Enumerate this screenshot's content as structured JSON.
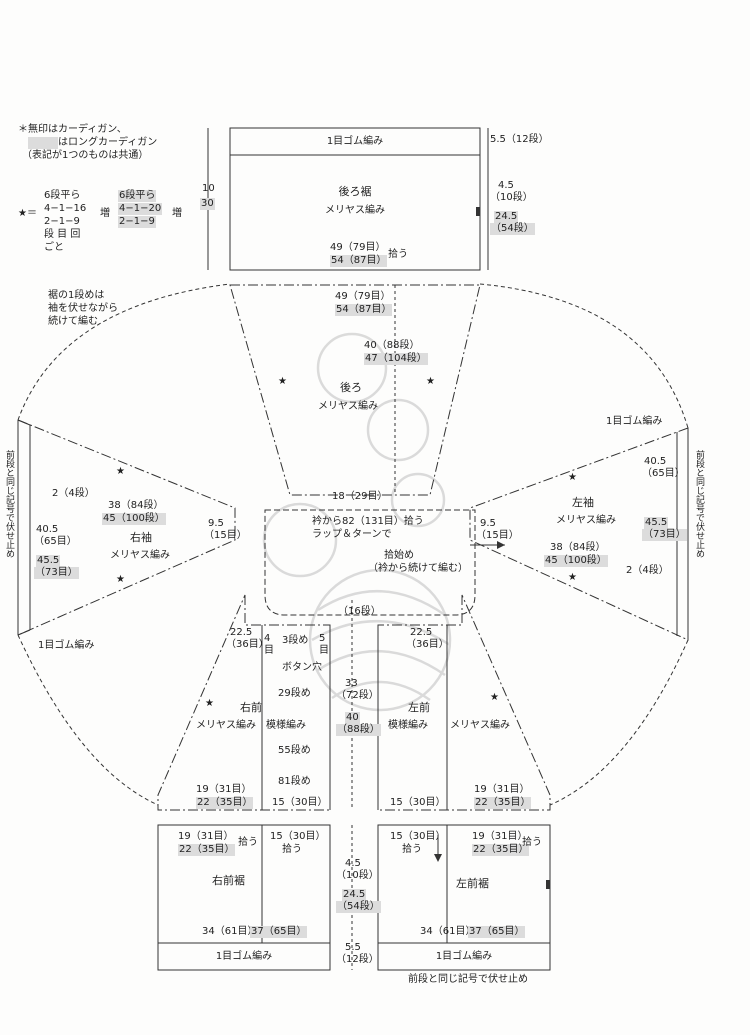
{
  "note": {
    "line1": "＊無印はカーディガン、",
    "line2": "はロングカーディガン",
    "line3": "（表記が1つのものは共通）"
  },
  "star_legend": {
    "star_eq": "★＝",
    "a1": "6段平ら",
    "a2": "4−1−16",
    "a3": "2−1−9",
    "a4": "段 目 回",
    "a5": "ごと",
    "inc1": "増",
    "b1": "6段平ら",
    "b2": "4−1−20",
    "b3": "2−1−9",
    "inc2": "増"
  },
  "sleeve_note": {
    "l1": "裾の1段めは",
    "l2": "袖を伏せながら",
    "l3": "続けて編む"
  },
  "back_hem": {
    "ribbing": "1目ゴム編み",
    "title": "後ろ裾",
    "stitch": "メリヤス編み",
    "h_total_a": "10",
    "h_total_b": "30",
    "rib_h": "5.5（12段）",
    "h1": "4.5",
    "h1r": "（10段）",
    "h2": "24.5",
    "h2r": "（54段）",
    "w1": "49（79目）",
    "w2": "54（87目）",
    "pick": "拾う"
  },
  "back": {
    "w1": "49（79目）",
    "w2": "54（87目）",
    "h1": "40（88段）",
    "h2": "47（104段）",
    "title": "後ろ",
    "stitch": "メリヤス編み",
    "neck": "18（29目）"
  },
  "collar": {
    "l1": "衿から82（131目）拾う",
    "l2": "ラップ＆ターンで",
    "l3": "拾始め",
    "l4": "（衿から続けて編む）"
  },
  "right_sleeve": {
    "title": "右袖",
    "stitch": "メリヤス編み",
    "ribbing": "1目ゴム編み",
    "inc": "2（4段）",
    "len1": "38（84段）",
    "len2": "45（100段）",
    "w": "9.5",
    "wr": "（15目）",
    "cuff1": "40.5",
    "cuff1r": "（65目）",
    "cuff2": "45.5",
    "cuff2r": "（73目）",
    "bind": "前段と同じ記号で伏せ止め"
  },
  "left_sleeve": {
    "title": "左袖",
    "stitch": "メリヤス編み",
    "ribbing": "1目ゴム編み",
    "inc": "2（4段）",
    "len1": "38（84段）",
    "len2": "45（100段）",
    "w": "9.5",
    "wr": "（15目）",
    "cuff1": "40.5",
    "cuff1r": "（65目）",
    "cuff2": "45.5",
    "cuff2r": "（73目）",
    "bind": "前段と同じ記号で伏せ止め"
  },
  "right_front": {
    "title": "右前",
    "stitch1": "メリヤス編み",
    "stitch2": "模様編み",
    "w1": "22.5",
    "w1r": "（36目）",
    "s3": "3段め",
    "r4": "4",
    "r4u": "目",
    "r5": "5",
    "r5u": "目",
    "buttonhole": "ボタン穴",
    "s29": "29段め",
    "s55": "55段め",
    "s81": "81段め",
    "b1": "19（31目）",
    "b2": "22（35目）",
    "b3": "15（30目）"
  },
  "left_front": {
    "title": "左前",
    "stitch1": "模様編み",
    "stitch2": "メリヤス編み",
    "w1": "22.5",
    "w1r": "（36目）",
    "b3": "15（30目）",
    "b1": "19（31目）",
    "b2": "22（35目）"
  },
  "center": {
    "neck": "（16段）",
    "h1": "33",
    "h1r": "（72段）",
    "h2": "40",
    "h2r": "（88段）"
  },
  "right_hem": {
    "title": "右前裾",
    "t1": "19（31目）",
    "t2": "22（35目）",
    "pick1": "拾う",
    "t3": "15（30目）",
    "pick2": "拾う",
    "w1": "34（61目）",
    "w2": "37（65目）",
    "ribbing": "1目ゴム編み"
  },
  "left_hem": {
    "title": "左前裾",
    "t3": "15（30目）",
    "pick2": "拾う",
    "t1": "19（31目）",
    "t2": "22（35目）",
    "pick1": "拾う",
    "w1": "34（61目）",
    "w2": "37（65目）",
    "ribbing": "1目ゴム編み",
    "bind": "前段と同じ記号で伏せ止め"
  },
  "hem_center": {
    "h1": "4.5",
    "h1r": "（10段）",
    "h2": "24.5",
    "h2r": "（54段）",
    "rib": "5.5",
    "ribr": "（12段）"
  },
  "colors": {
    "line": "#333333",
    "gray": "#dcdcdc",
    "watermark": "#cfcfcf"
  }
}
